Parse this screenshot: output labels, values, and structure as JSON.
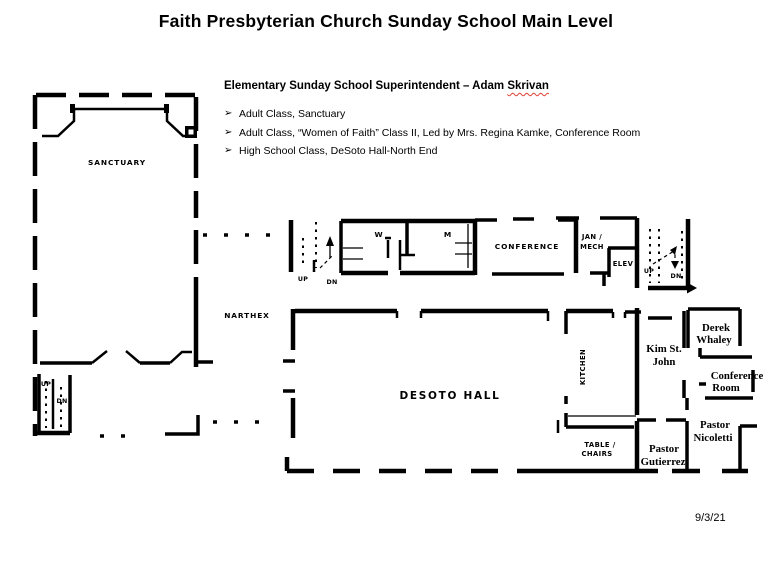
{
  "colors": {
    "wall": "#000000",
    "chancel": "#909090",
    "text": "#000000",
    "misspell": "#e03c31",
    "bg": "#ffffff"
  },
  "title": "Faith Presbyterian Church Sunday School Main Level",
  "superintendent": {
    "prefix": "Elementary Sunday School Superintendent – Adam ",
    "name": "Skrivan"
  },
  "bullet_marker": "➢",
  "bullets": [
    "Adult Class, Sanctuary",
    "Adult Class, “Women of Faith” Class II, Led by Mrs. Regina Kamke, Conference Room",
    "High School Class, DeSoto Hall-North End"
  ],
  "plan": {
    "sanctuary": "SANCTUARY",
    "narthex": "NARTHEX",
    "desoto_hall": "DESOTO HALL",
    "conference": "CONFERENCE",
    "jan_mech_line1": "JAN /",
    "jan_mech_line2": "MECH",
    "elev": "ELEV",
    "kitchen": "KITCHEN",
    "table_chairs_line1": "TABLE /",
    "table_chairs_line2": "CHAIRS",
    "restroom_w": "W",
    "restroom_m": "M",
    "stairs": {
      "up_sanctuary": "UP",
      "dn_sanctuary": "DN",
      "up_center": "UP",
      "dn_center": "DN",
      "up_east": "UP",
      "dn_east": "DN"
    },
    "offices": {
      "kim_line1": "Kim St.",
      "kim_line2": "John",
      "derek_line1": "Derek",
      "derek_line2": "Whaley",
      "conf_line1": "Conference",
      "conf_line2": "Room",
      "nicoletti_line1": "Pastor",
      "nicoletti_line2": "Nicoletti",
      "gutierrez_line1": "Pastor",
      "gutierrez_line2": "Gutierrez"
    }
  },
  "date": "9/3/21"
}
